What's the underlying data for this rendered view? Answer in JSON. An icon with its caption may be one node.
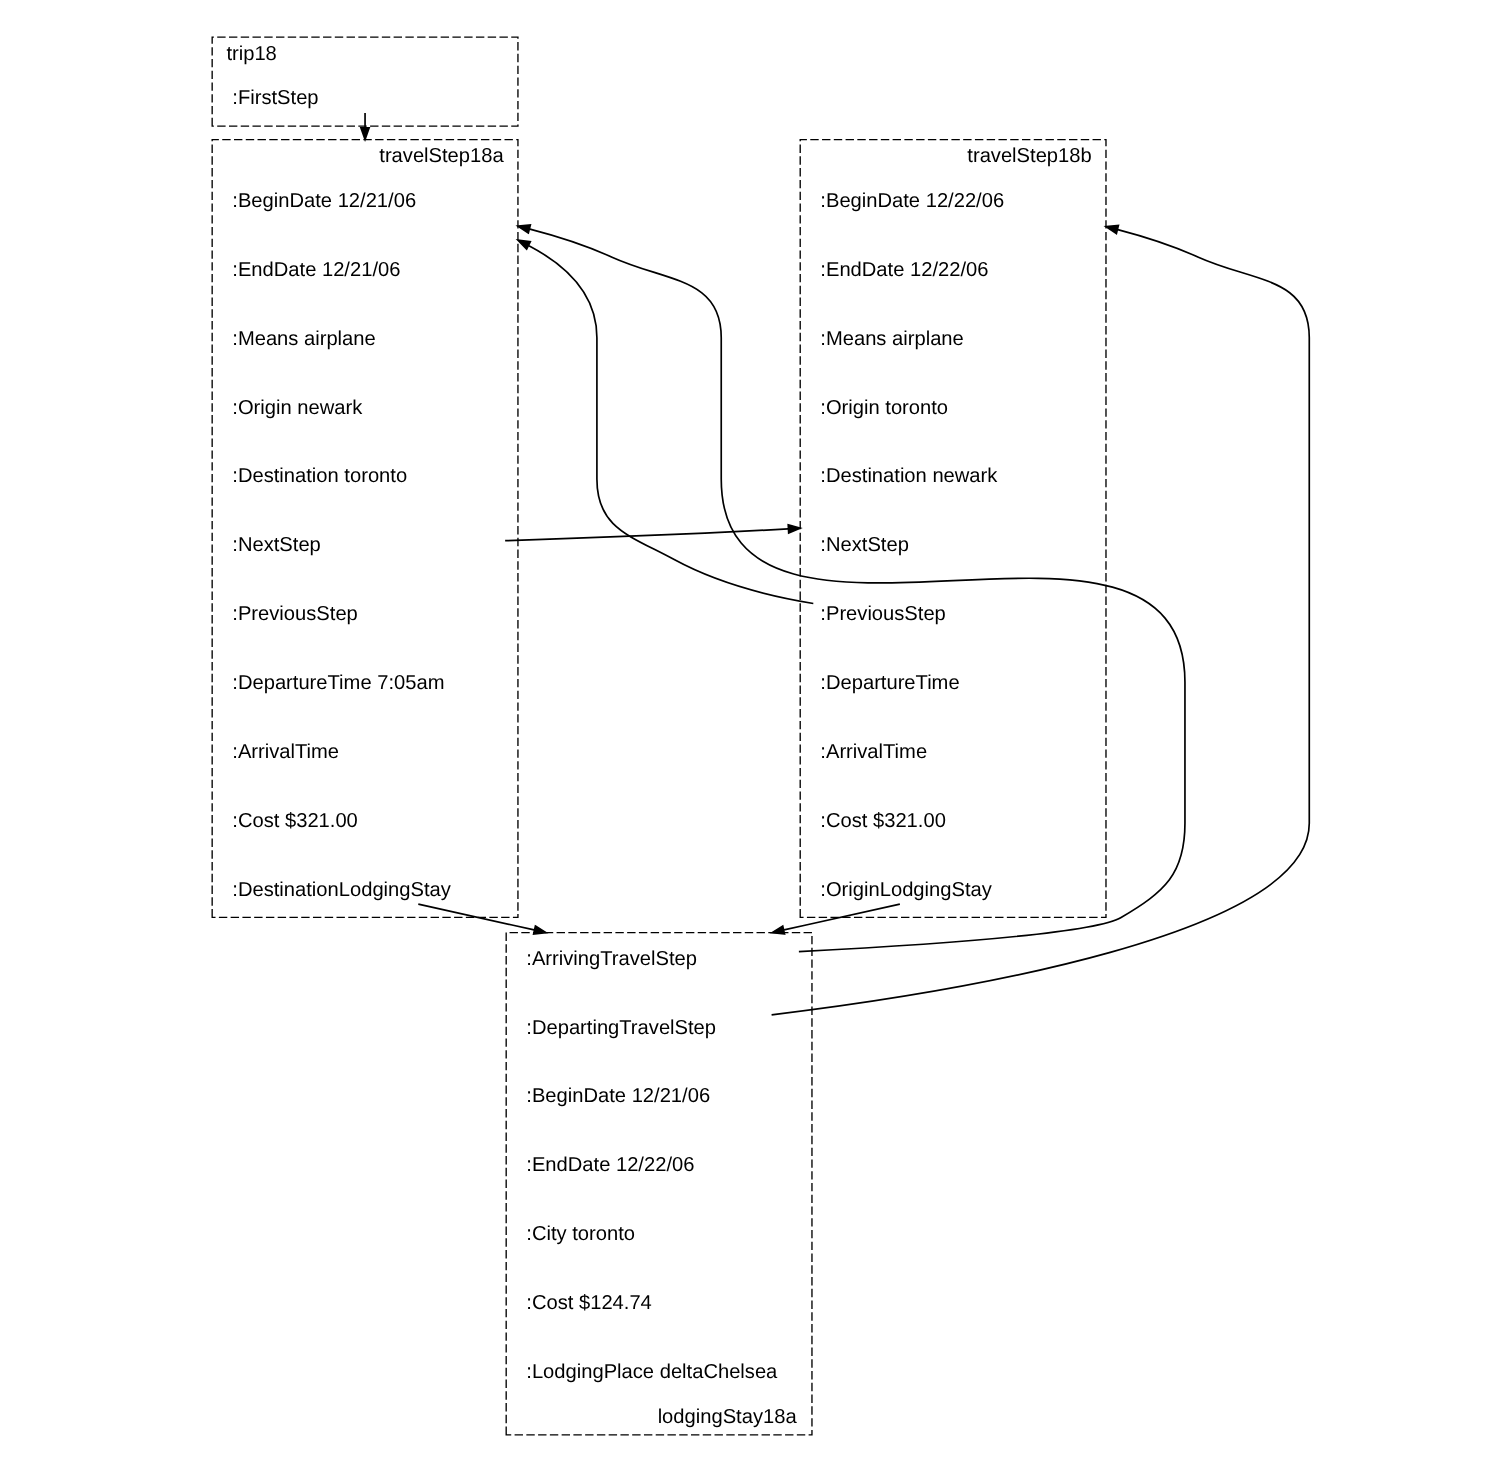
{
  "diagram": {
    "nodes": [
      {
        "text": [
          "trip18"
        ]
      },
      {
        "text": [
          ":FirstStep"
        ],
        "in": 0
      },
      {
        "text": [
          "travelStep18a"
        ]
      },
      {
        "text": [
          ":BeginDate 12/21/06"
        ],
        "in": 2
      },
      {
        "text": [
          ":EndDate 12/21/06"
        ],
        "in": 2
      },
      {
        "text": [
          ":Means airplane"
        ],
        "in": 2
      },
      {
        "text": [
          ":Origin newark"
        ],
        "in": 2
      },
      {
        "text": [
          ":Destination toronto"
        ],
        "in": 2
      },
      {
        "text": [
          ":NextStep"
        ],
        "in": 2
      },
      {
        "text": [
          ":PreviousStep"
        ],
        "in": 2
      },
      {
        "text": [
          ":DepartureTime 7:05am"
        ],
        "in": 2
      },
      {
        "text": [
          ":ArrivalTime"
        ],
        "in": 2
      },
      {
        "text": [
          ":Cost $321.00"
        ],
        "in": 2
      },
      {
        "text": [
          ":DestinationLodgingStay"
        ],
        "in": 2
      },
      {
        "text": [
          "travelStep18b"
        ]
      },
      {
        "text": [
          ":BeginDate 12/22/06"
        ],
        "in": 14
      },
      {
        "text": [
          ":EndDate 12/22/06"
        ],
        "in": 14
      },
      {
        "text": [
          ":Means airplane"
        ],
        "in": 14
      },
      {
        "text": [
          ":Origin toronto"
        ],
        "in": 14
      },
      {
        "text": [
          ":Destination newark"
        ],
        "in": 14
      },
      {
        "text": [
          ":NextStep"
        ],
        "in": 14
      },
      {
        "text": [
          ":PreviousStep"
        ],
        "in": 14
      },
      {
        "text": [
          ":DepartureTime"
        ],
        "in": 14
      },
      {
        "text": [
          ":ArrivalTime"
        ],
        "in": 14
      },
      {
        "text": [
          ":Cost $321.00"
        ],
        "in": 14
      },
      {
        "text": [
          ":OriginLodgingStay"
        ],
        "in": 14
      },
      {
        "text": [
          "lodgingStay18a"
        ]
      },
      {
        "text": [
          ":ArrivingTravelStep"
        ],
        "in": 26
      },
      {
        "text": [
          ":DepartingTravelStep"
        ],
        "in": 26
      },
      {
        "text": [
          ":BeginDate 12/21/06"
        ],
        "in": 26
      },
      {
        "text": [
          ":EndDate 12/22/06"
        ],
        "in": 26
      },
      {
        "text": [
          ":City toronto"
        ],
        "in": 26
      },
      {
        "text": [
          ":Cost $124.74"
        ],
        "in": 26
      },
      {
        "text": [
          ":LodgingPlace deltaChelsea"
        ],
        "in": 26
      }
    ],
    "edges": [
      {
        "from": 1,
        "to": 2,
        "arrow": "to"
      },
      {
        "from": 8,
        "to": 14,
        "arrow": "to"
      },
      {
        "from": 21,
        "to": 2,
        "arrow": "to"
      },
      {
        "from": 13,
        "to": 26,
        "arrow": "to"
      },
      {
        "from": 27,
        "to": 2,
        "arrow": "to"
      },
      {
        "from": 28,
        "to": 14,
        "arrow": "to"
      },
      {
        "from": 25,
        "to": 26,
        "arrow": "to"
      }
    ]
  }
}
